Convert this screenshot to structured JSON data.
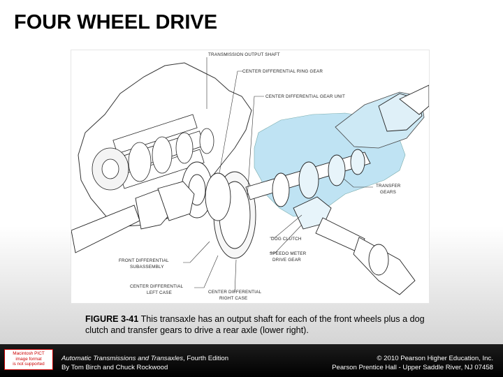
{
  "slide": {
    "title": "FOUR WHEEL DRIVE"
  },
  "figure": {
    "callouts": {
      "transmission_output_shaft": "TRANSMISSION OUTPUT SHAFT",
      "center_diff_ring_gear": "CENTER DIFFERENTIAL RING GEAR",
      "center_diff_gear_unit": "CENTER DIFFERENTIAL GEAR UNIT",
      "transfer_gears_1": "TRANSFER",
      "transfer_gears_2": "GEARS",
      "dog_clutch": "DOG CLUTCH",
      "speedo_1": "SPEEDO METER",
      "speedo_2": "DRIVE GEAR",
      "front_diff_1": "FRONT DIFFERENTIAL",
      "front_diff_2": "SUBASSEMBLY",
      "center_left_1": "CENTER DIFFERENTIAL",
      "center_left_2": "LEFT CASE",
      "center_right_1": "CENTER DIFFERENTIAL",
      "center_right_2": "RIGHT CASE"
    }
  },
  "caption": {
    "label": "FIGURE 3-41",
    "text": " This transaxle has an output shaft for each of the front wheels plus a dog clutch and transfer gears to drive a rear axle (lower right)."
  },
  "footer": {
    "pict_line1": "Macintosh PICT",
    "pict_line2": "image format",
    "pict_line3": "is not supported",
    "book_title": "Automatic Transmissions and Transaxles",
    "book_edition": ", Fourth Edition",
    "authors": "By Tom Birch and Chuck Rockwood",
    "copyright": "© 2010 Pearson Higher Education, Inc.",
    "publisher": "Pearson Prentice Hall - Upper Saddle River, NJ 07458"
  },
  "colors": {
    "highlight_blue": "#bfe3f3",
    "footer_bg": "#000000",
    "pict_red": "#cc0000"
  }
}
